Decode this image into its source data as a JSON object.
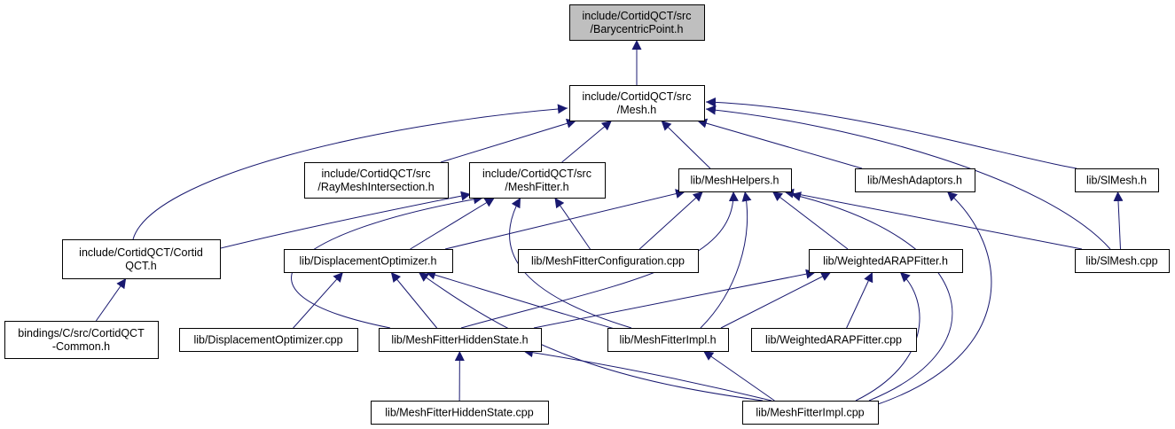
{
  "colors": {
    "edge": "#191970",
    "box_border": "#000000",
    "box_fill": "#ffffff",
    "root_fill": "#bfbfbf",
    "text": "#000000"
  },
  "nodes": [
    {
      "id": "barycentric",
      "lines": [
        "include/CortidQCT/src",
        "/BarycentricPoint.h"
      ],
      "root": true
    },
    {
      "id": "mesh",
      "lines": [
        "include/CortidQCT/src",
        "/Mesh.h"
      ]
    },
    {
      "id": "raymesh",
      "lines": [
        "include/CortidQCT/src",
        "/RayMeshIntersection.h"
      ]
    },
    {
      "id": "meshfitter",
      "lines": [
        "include/CortidQCT/src",
        "/MeshFitter.h"
      ]
    },
    {
      "id": "meshhelpers",
      "lines": [
        "lib/MeshHelpers.h"
      ]
    },
    {
      "id": "meshadaptors",
      "lines": [
        "lib/MeshAdaptors.h"
      ]
    },
    {
      "id": "slmesh_h",
      "lines": [
        "lib/SlMesh.h"
      ]
    },
    {
      "id": "cortidqct_h",
      "lines": [
        "include/CortidQCT/Cortid",
        "QCT.h"
      ]
    },
    {
      "id": "dispopt_h",
      "lines": [
        "lib/DisplacementOptimizer.h"
      ]
    },
    {
      "id": "mfconfig_cpp",
      "lines": [
        "lib/MeshFitterConfiguration.cpp"
      ]
    },
    {
      "id": "warap_h",
      "lines": [
        "lib/WeightedARAPFitter.h"
      ]
    },
    {
      "id": "slmesh_cpp",
      "lines": [
        "lib/SlMesh.cpp"
      ]
    },
    {
      "id": "bindings",
      "lines": [
        "bindings/C/src/CortidQCT",
        "-Common.h"
      ]
    },
    {
      "id": "dispopt_cpp",
      "lines": [
        "lib/DisplacementOptimizer.cpp"
      ]
    },
    {
      "id": "mfhidden_h",
      "lines": [
        "lib/MeshFitterHiddenState.h"
      ]
    },
    {
      "id": "mfimpl_h",
      "lines": [
        "lib/MeshFitterImpl.h"
      ]
    },
    {
      "id": "warap_cpp",
      "lines": [
        "lib/WeightedARAPFitter.cpp"
      ]
    },
    {
      "id": "mfhidden_cpp",
      "lines": [
        "lib/MeshFitterHiddenState.cpp"
      ]
    },
    {
      "id": "mfimpl_cpp",
      "lines": [
        "lib/MeshFitterImpl.cpp"
      ]
    }
  ],
  "edges": [
    [
      "mesh",
      "barycentric"
    ],
    [
      "raymesh",
      "mesh"
    ],
    [
      "meshfitter",
      "mesh"
    ],
    [
      "meshhelpers",
      "mesh"
    ],
    [
      "meshadaptors",
      "mesh"
    ],
    [
      "slmesh_h",
      "mesh"
    ],
    [
      "cortidqct_h",
      "mesh"
    ],
    [
      "slmesh_cpp",
      "mesh"
    ],
    [
      "cortidqct_h",
      "meshfitter"
    ],
    [
      "dispopt_h",
      "meshfitter"
    ],
    [
      "mfconfig_cpp",
      "meshfitter"
    ],
    [
      "mfhidden_h",
      "meshfitter"
    ],
    [
      "mfimpl_h",
      "meshfitter"
    ],
    [
      "dispopt_h",
      "meshhelpers"
    ],
    [
      "mfconfig_cpp",
      "meshhelpers"
    ],
    [
      "warap_h",
      "meshhelpers"
    ],
    [
      "slmesh_cpp",
      "meshhelpers"
    ],
    [
      "mfhidden_h",
      "meshhelpers"
    ],
    [
      "mfimpl_h",
      "meshhelpers"
    ],
    [
      "mfimpl_cpp",
      "meshhelpers"
    ],
    [
      "mfimpl_cpp",
      "meshadaptors"
    ],
    [
      "slmesh_cpp",
      "slmesh_h"
    ],
    [
      "bindings",
      "cortidqct_h"
    ],
    [
      "dispopt_cpp",
      "dispopt_h"
    ],
    [
      "mfhidden_h",
      "dispopt_h"
    ],
    [
      "mfimpl_h",
      "dispopt_h"
    ],
    [
      "mfimpl_cpp",
      "dispopt_h"
    ],
    [
      "mfhidden_h",
      "warap_h"
    ],
    [
      "mfimpl_h",
      "warap_h"
    ],
    [
      "warap_cpp",
      "warap_h"
    ],
    [
      "mfimpl_cpp",
      "warap_h"
    ],
    [
      "mfhidden_cpp",
      "mfhidden_h"
    ],
    [
      "mfimpl_cpp",
      "mfhidden_h"
    ],
    [
      "mfimpl_cpp",
      "mfimpl_h"
    ]
  ]
}
